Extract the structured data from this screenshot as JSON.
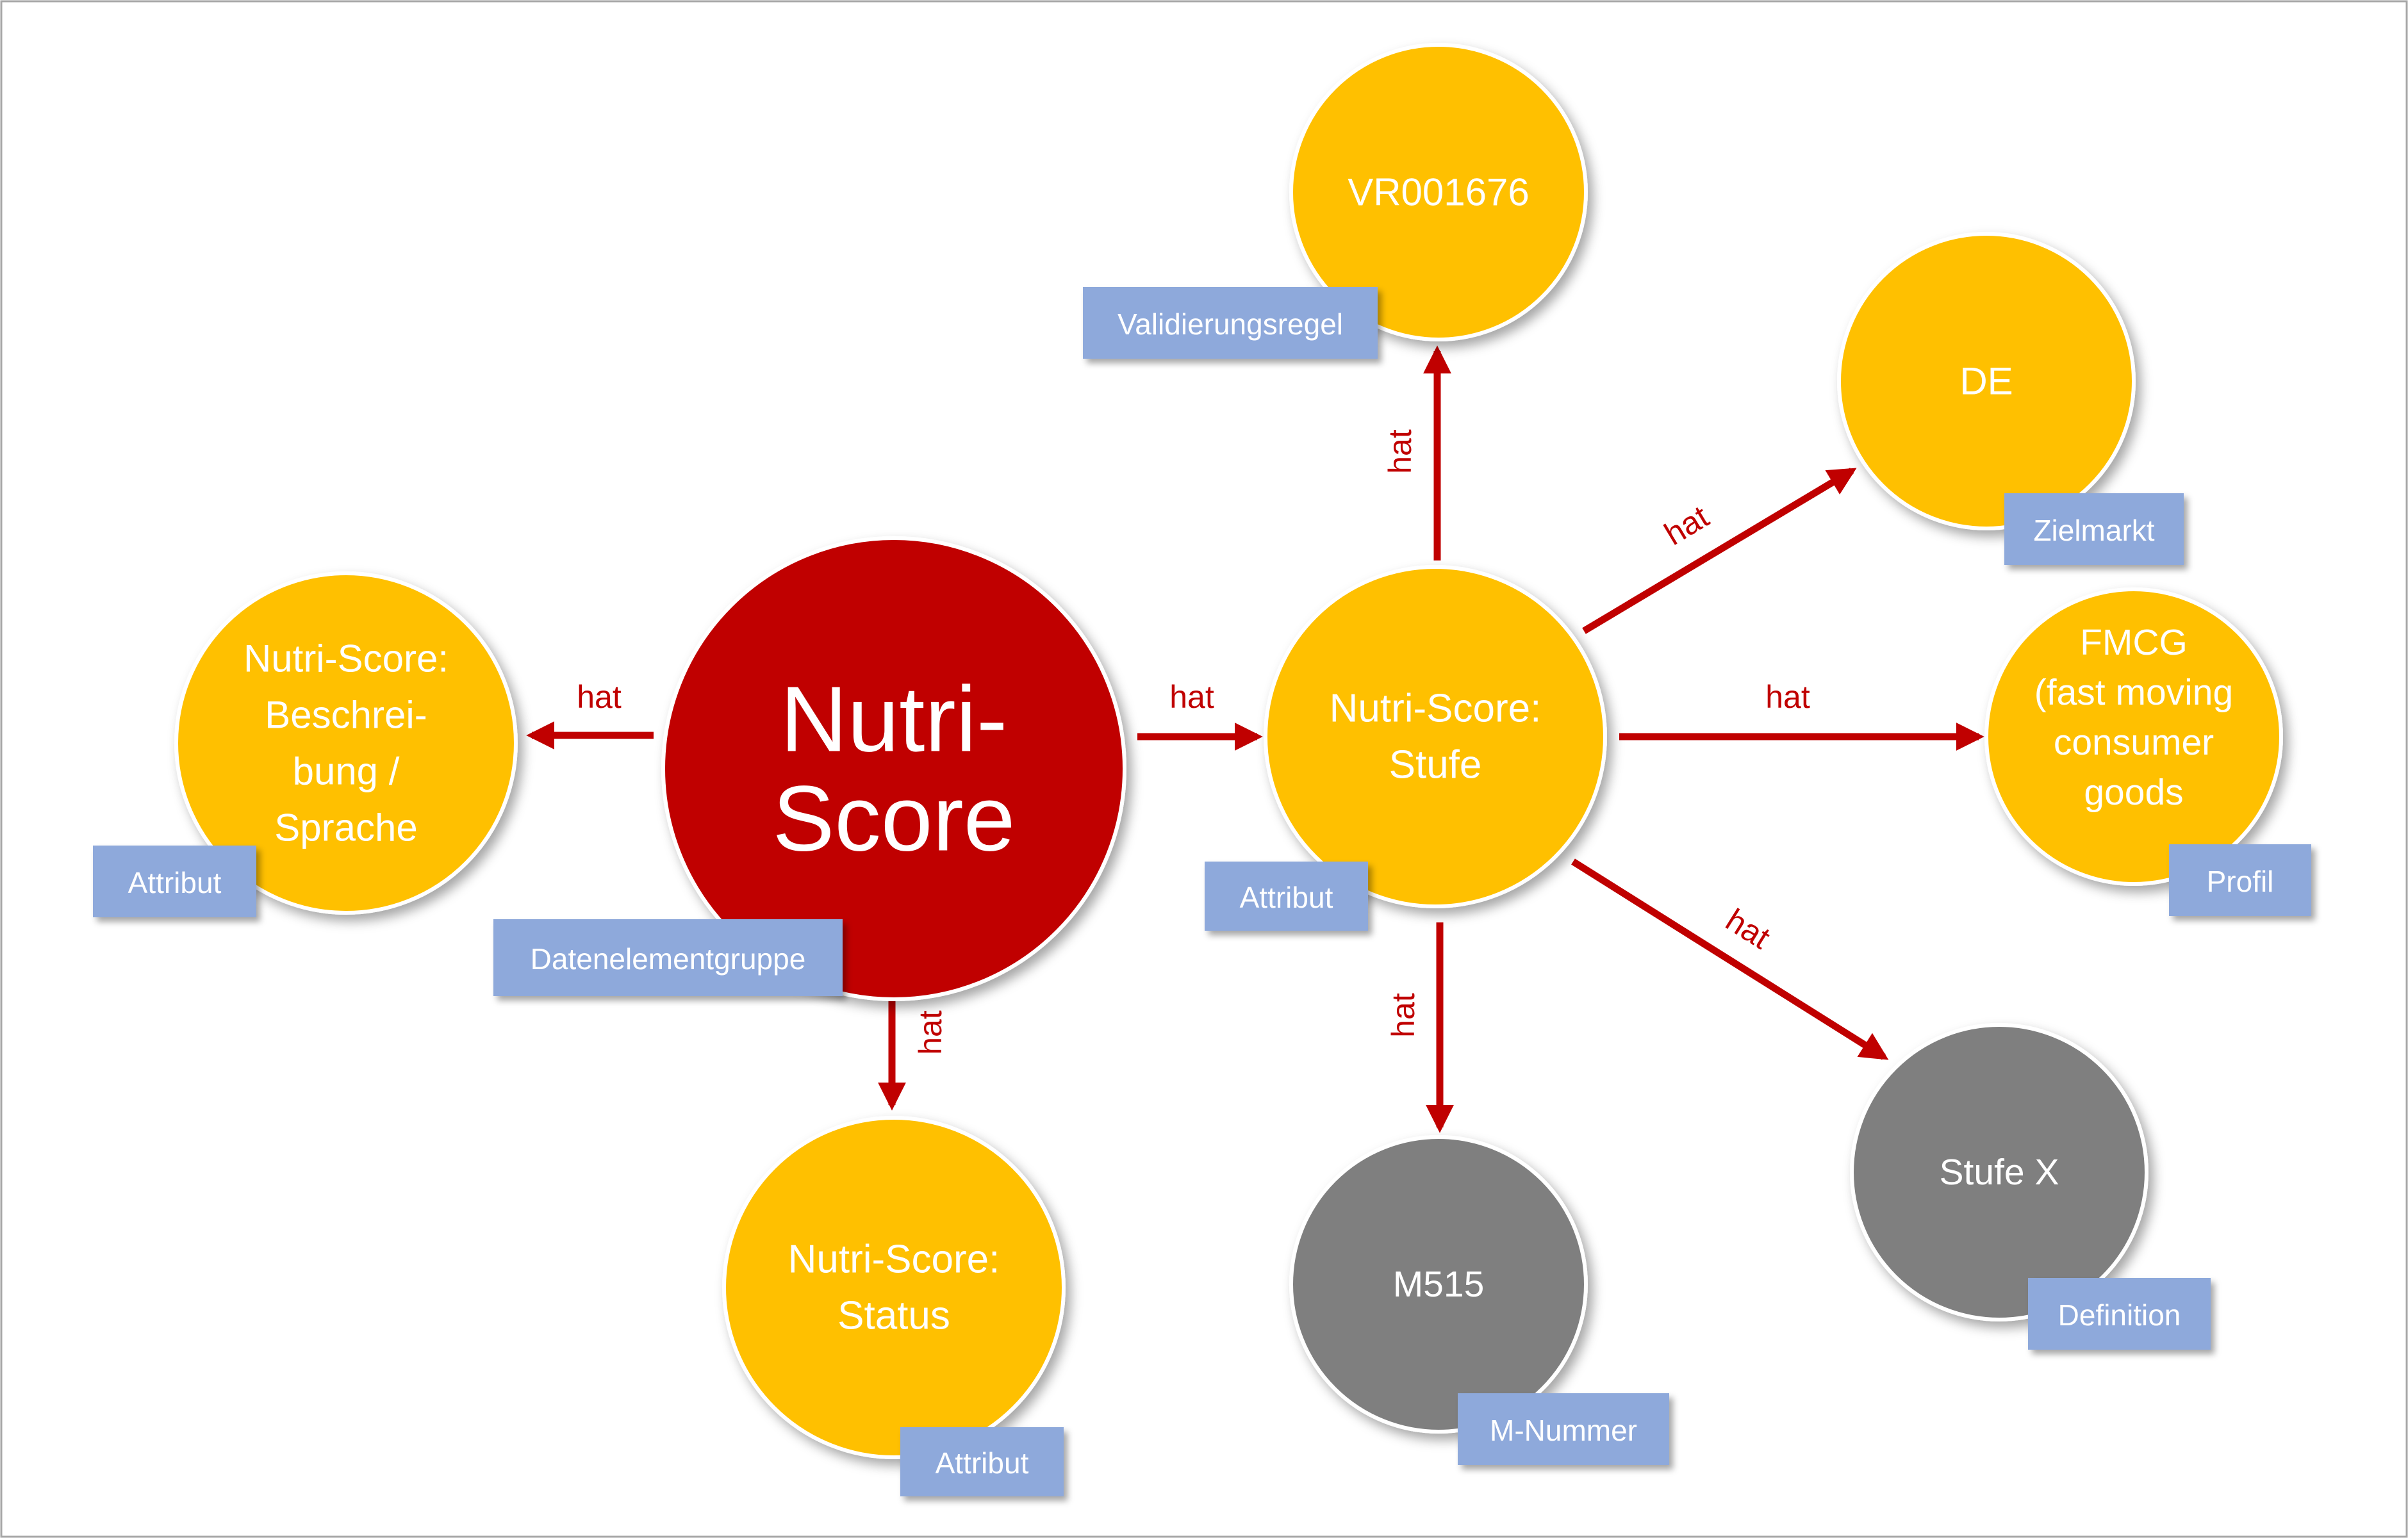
{
  "colors": {
    "central": "#C00000",
    "attribute_node": "#FFC000",
    "gray_node": "#7F7F7F",
    "tag": "#8EA9DB",
    "edge": "#C00000",
    "frame": "#A6A6A6"
  },
  "nodes": {
    "nutri_score": {
      "lines": [
        "Nutri-",
        "Score"
      ],
      "tag": "Datenelementgruppe"
    },
    "beschreibung": {
      "lines": [
        "Nutri-Score:",
        "Beschrei-",
        "bung /",
        "Sprache"
      ],
      "tag": "Attribut"
    },
    "status": {
      "lines": [
        "Nutri-Score:",
        "Status"
      ],
      "tag": "Attribut"
    },
    "stufe": {
      "lines": [
        "Nutri-Score:",
        "Stufe"
      ],
      "tag": "Attribut"
    },
    "vr001676": {
      "lines": [
        "VR001676"
      ],
      "tag": "Validierungsregel"
    },
    "de": {
      "lines": [
        "DE"
      ],
      "tag": "Zielmarkt"
    },
    "fmcg": {
      "lines": [
        "FMCG",
        "(fast moving",
        "consumer",
        "goods"
      ],
      "tag": "Profil"
    },
    "stufe_x": {
      "lines": [
        "Stufe X"
      ],
      "tag": "Definition"
    },
    "m515": {
      "lines": [
        "M515"
      ],
      "tag": "M-Nummer"
    }
  },
  "edges": [
    {
      "from": "nutri_score",
      "to": "beschreibung",
      "label": "hat"
    },
    {
      "from": "nutri_score",
      "to": "stufe",
      "label": "hat"
    },
    {
      "from": "nutri_score",
      "to": "status",
      "label": "hat"
    },
    {
      "from": "stufe",
      "to": "vr001676",
      "label": "hat"
    },
    {
      "from": "stufe",
      "to": "de",
      "label": "hat"
    },
    {
      "from": "stufe",
      "to": "fmcg",
      "label": "hat"
    },
    {
      "from": "stufe",
      "to": "stufe_x",
      "label": "hat"
    },
    {
      "from": "stufe",
      "to": "m515",
      "label": "hat"
    }
  ]
}
